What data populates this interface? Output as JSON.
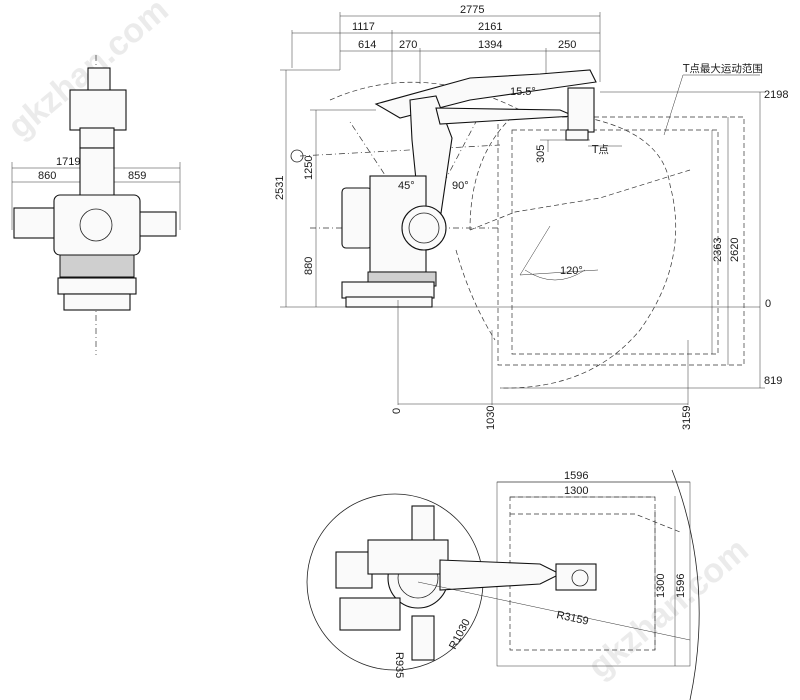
{
  "watermarks": [
    "gkzhan.com",
    "gkzhan.com"
  ],
  "front_view": {
    "width_total": "1719",
    "width_left": "860",
    "width_right": "859"
  },
  "side_view": {
    "top_dims": [
      "2775",
      "1117",
      "2161",
      "614",
      "270",
      "1394",
      "250"
    ],
    "angle_top": "15.5°",
    "angle_45": "45°",
    "angle_90": "90°",
    "angle_120": "120°",
    "height_total": "2531",
    "height_upper": "1250",
    "height_lower": "880",
    "t_point_drop": "305",
    "t_point_label": "T点",
    "range_label": "T点最大运动范围",
    "right_dims": [
      "2198",
      "2363",
      "2620",
      "0",
      "819"
    ],
    "bottom_dims": [
      "0",
      "1030",
      "3159"
    ]
  },
  "top_view": {
    "width_outer": "1596",
    "width_inner": "1300",
    "height_inner": "1300",
    "height_outer": "1596",
    "radius_outer": "R3159",
    "radius_mid": "R1030",
    "radius_inner": "R935"
  }
}
